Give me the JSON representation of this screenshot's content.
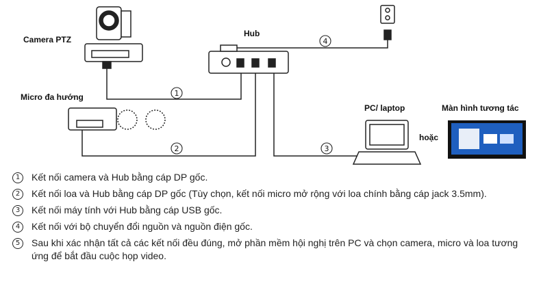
{
  "labels": {
    "camera": "Camera PTZ",
    "hub": "Hub",
    "micro": "Micro đa hướng",
    "pc": "PC/ laptop",
    "display": "Màn hình tương tác",
    "or": "hoặc"
  },
  "connections": [
    {
      "num": "1"
    },
    {
      "num": "2"
    },
    {
      "num": "3"
    },
    {
      "num": "4"
    }
  ],
  "instructions": [
    {
      "num": "1",
      "text": "Kết nối camera và Hub bằng cáp DP gốc."
    },
    {
      "num": "2",
      "text": "Kết nối loa và Hub bằng cáp DP gốc (Tùy chọn, kết nối micro mở rộng với loa chính bằng cáp jack 3.5mm)."
    },
    {
      "num": "3",
      "text": "Kết nối máy tính với Hub bằng cáp USB gốc."
    },
    {
      "num": "4",
      "text": "Kết nối với bộ chuyển đổi nguồn và nguồn điện gốc."
    },
    {
      "num": "5",
      "text": "Sau khi xác nhận tất cả các kết nối đều đúng, mở phần mềm hội nghị trên PC và chọn camera, micro và loa tương ứng để bắt đầu cuộc họp video."
    }
  ],
  "colors": {
    "line": "#222222",
    "screen": "#1f5fbf"
  }
}
